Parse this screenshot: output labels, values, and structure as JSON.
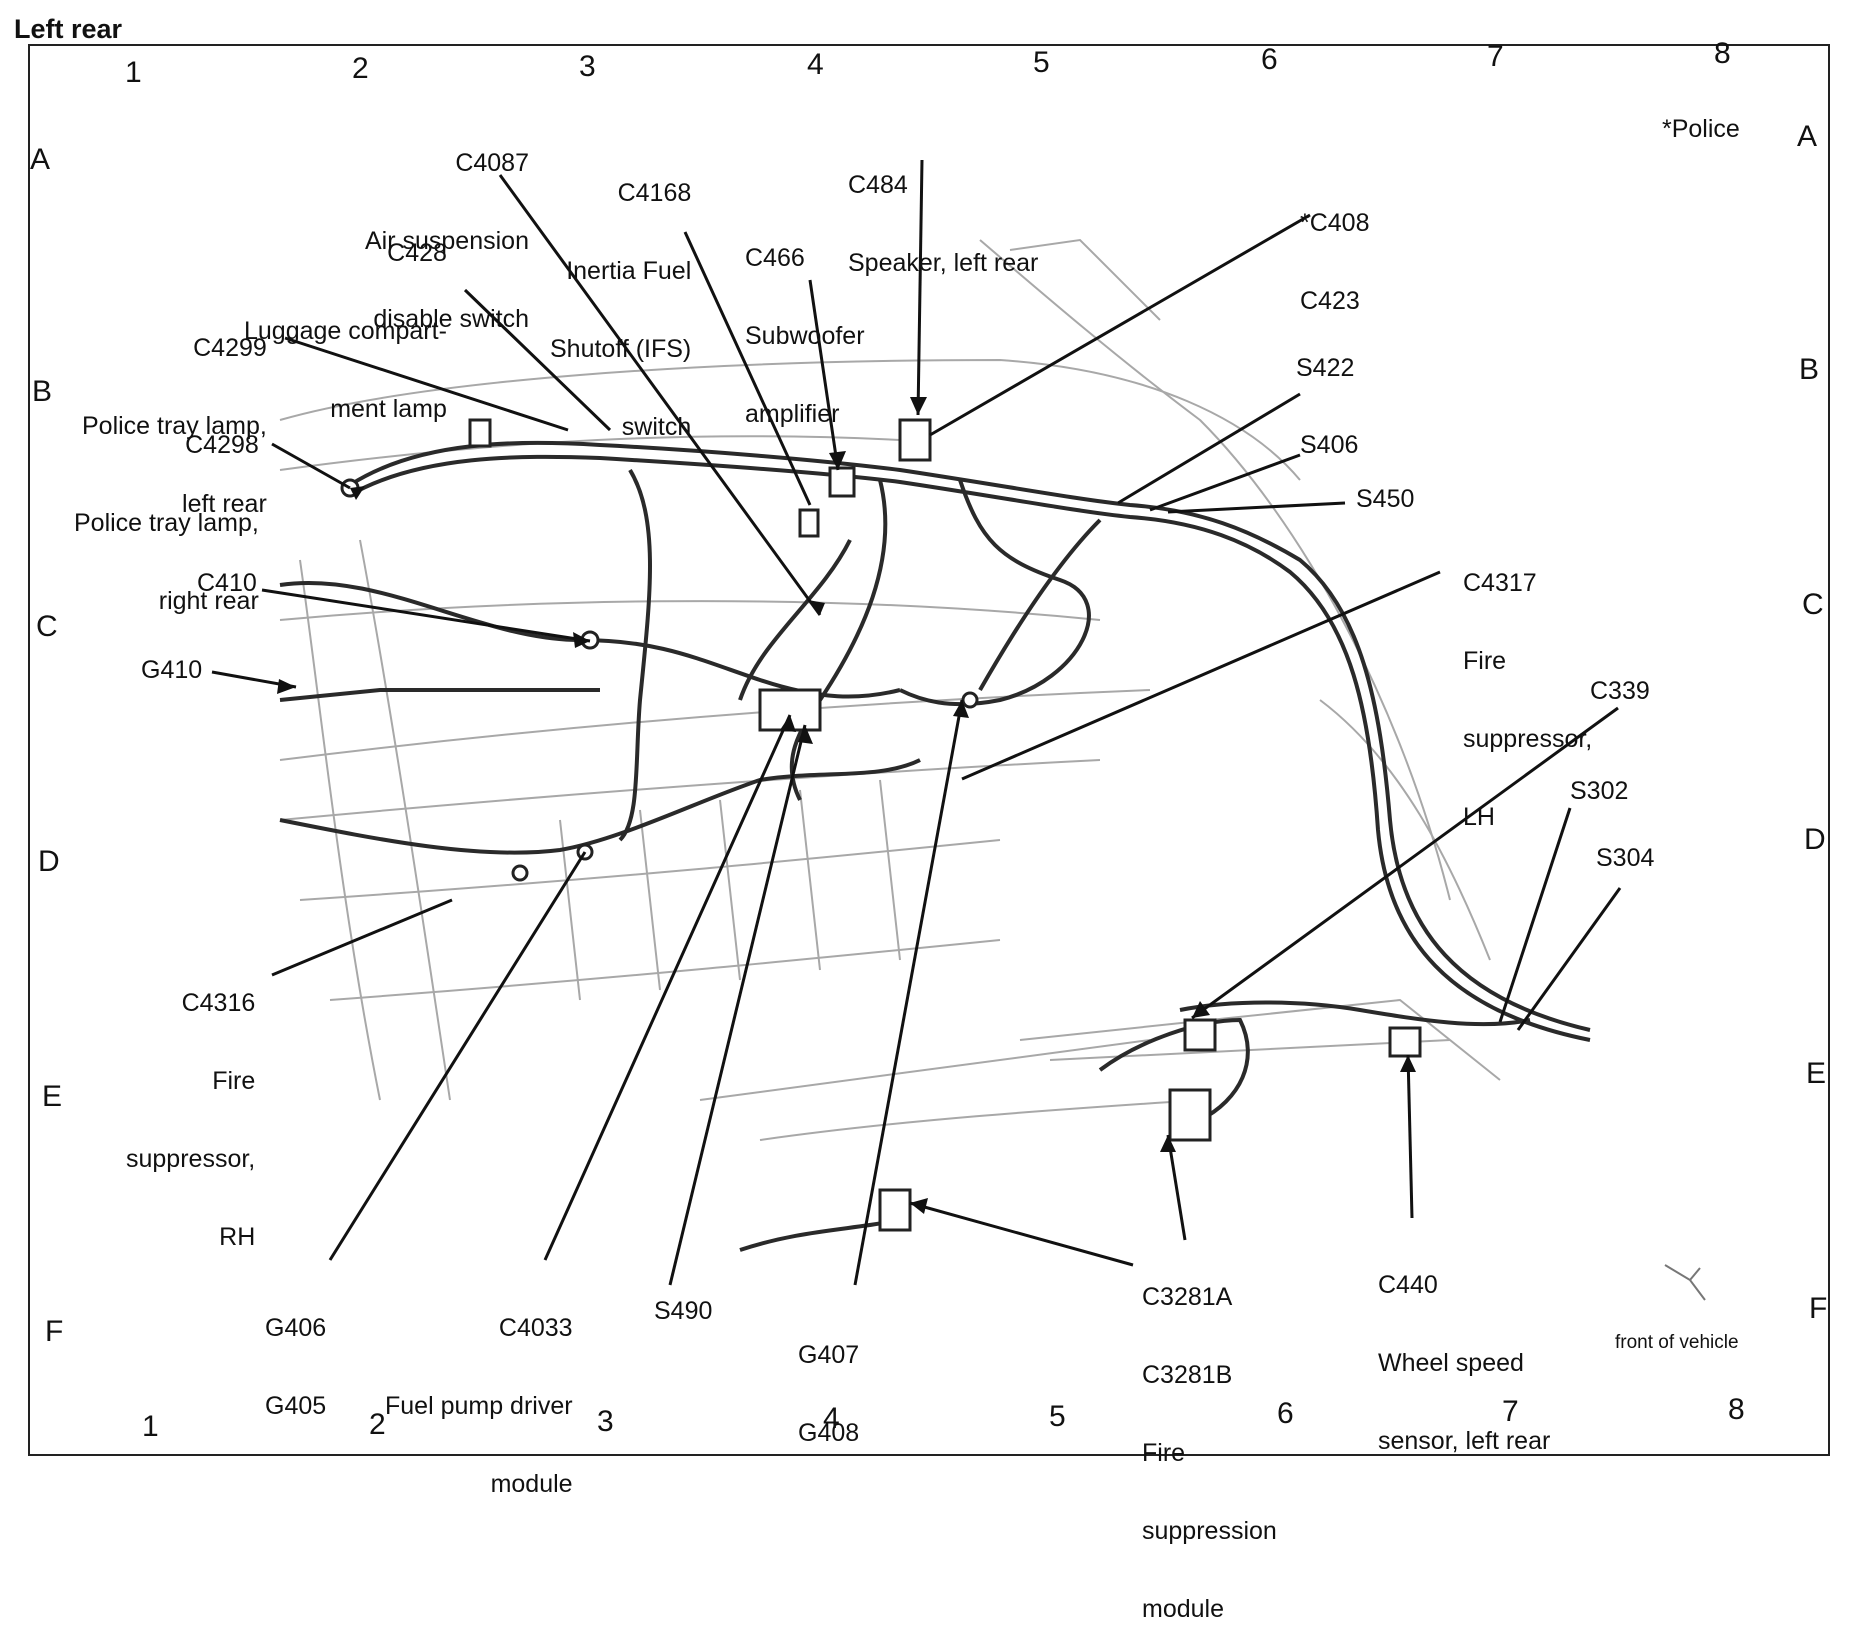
{
  "title": "Left rear",
  "grid": {
    "columns": [
      "1",
      "2",
      "3",
      "4",
      "5",
      "6",
      "7",
      "8"
    ],
    "rows": [
      "A",
      "B",
      "C",
      "D",
      "E",
      "F"
    ]
  },
  "note": "*Police",
  "orientation": "front of vehicle",
  "labels": {
    "c4087": [
      "C4087",
      "Air suspension",
      "disable switch"
    ],
    "c4168": [
      "C4168",
      "Inertia Fuel",
      "Shutoff (IFS)",
      "switch"
    ],
    "c484": [
      "C484",
      "Speaker, left rear"
    ],
    "c428": [
      "C428",
      "Luggage compart-",
      "ment lamp"
    ],
    "c466": [
      "C466",
      "Subwoofer",
      "amplifier"
    ],
    "c408": [
      "*C408",
      "C423"
    ],
    "c4299": [
      "C4299",
      "Police tray lamp,",
      "left rear"
    ],
    "c4298": [
      "C4298",
      "Police tray lamp,",
      "right rear"
    ],
    "s422": [
      "S422"
    ],
    "s406": [
      "S406"
    ],
    "s450": [
      "S450"
    ],
    "c4317": [
      "C4317",
      "Fire",
      "suppressor,",
      "LH"
    ],
    "c410": [
      "C410"
    ],
    "g410": [
      "G410"
    ],
    "c339": [
      "C339"
    ],
    "s302": [
      "S302"
    ],
    "s304": [
      "S304"
    ],
    "c4316": [
      "C4316",
      "Fire",
      "suppressor,",
      "RH"
    ],
    "g406": [
      "G406",
      "G405"
    ],
    "c4033": [
      "C4033",
      "Fuel pump driver",
      "module"
    ],
    "s490": [
      "S490"
    ],
    "g407": [
      "G407",
      "G408"
    ],
    "c3281": [
      "C3281A",
      "C3281B",
      "Fire",
      "suppression",
      "module"
    ],
    "c440": [
      "C440",
      "Wheel speed",
      "sensor, left rear"
    ]
  },
  "colors": {
    "ink": "#111111",
    "sketch": "#9a9a9a",
    "harness": "#2a2a2a"
  }
}
